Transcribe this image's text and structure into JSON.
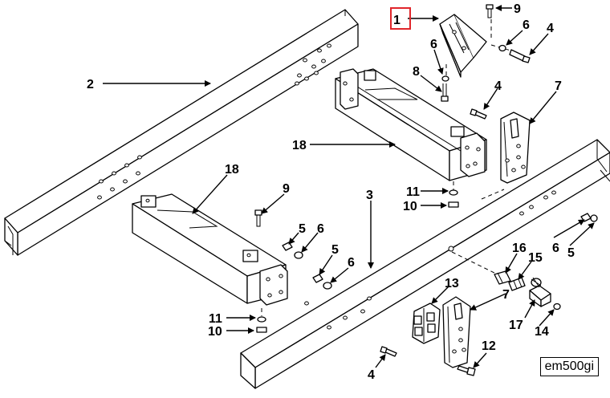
{
  "diagram": {
    "type": "exploded parts diagram",
    "figure_id": "em500gi",
    "highlighted_callout": "1",
    "callouts": {
      "c1": "1",
      "c2": "2",
      "c3": "3",
      "c4a": "4",
      "c4b": "4",
      "c4c": "4",
      "c5a": "5",
      "c5b": "5",
      "c5c": "5",
      "c6a": "6",
      "c6b": "6",
      "c6c": "6",
      "c6d": "6",
      "c6e": "6",
      "c7a": "7",
      "c7b": "7",
      "c8": "8",
      "c9a": "9",
      "c9b": "9",
      "c10a": "10",
      "c10b": "10",
      "c11a": "11",
      "c11b": "11",
      "c12": "12",
      "c13": "13",
      "c14": "14",
      "c15": "15",
      "c16": "16",
      "c17": "17",
      "c18a": "18",
      "c18b": "18"
    },
    "colors": {
      "line": "#000000",
      "highlight": "#e0262b",
      "background": "#ffffff"
    }
  }
}
